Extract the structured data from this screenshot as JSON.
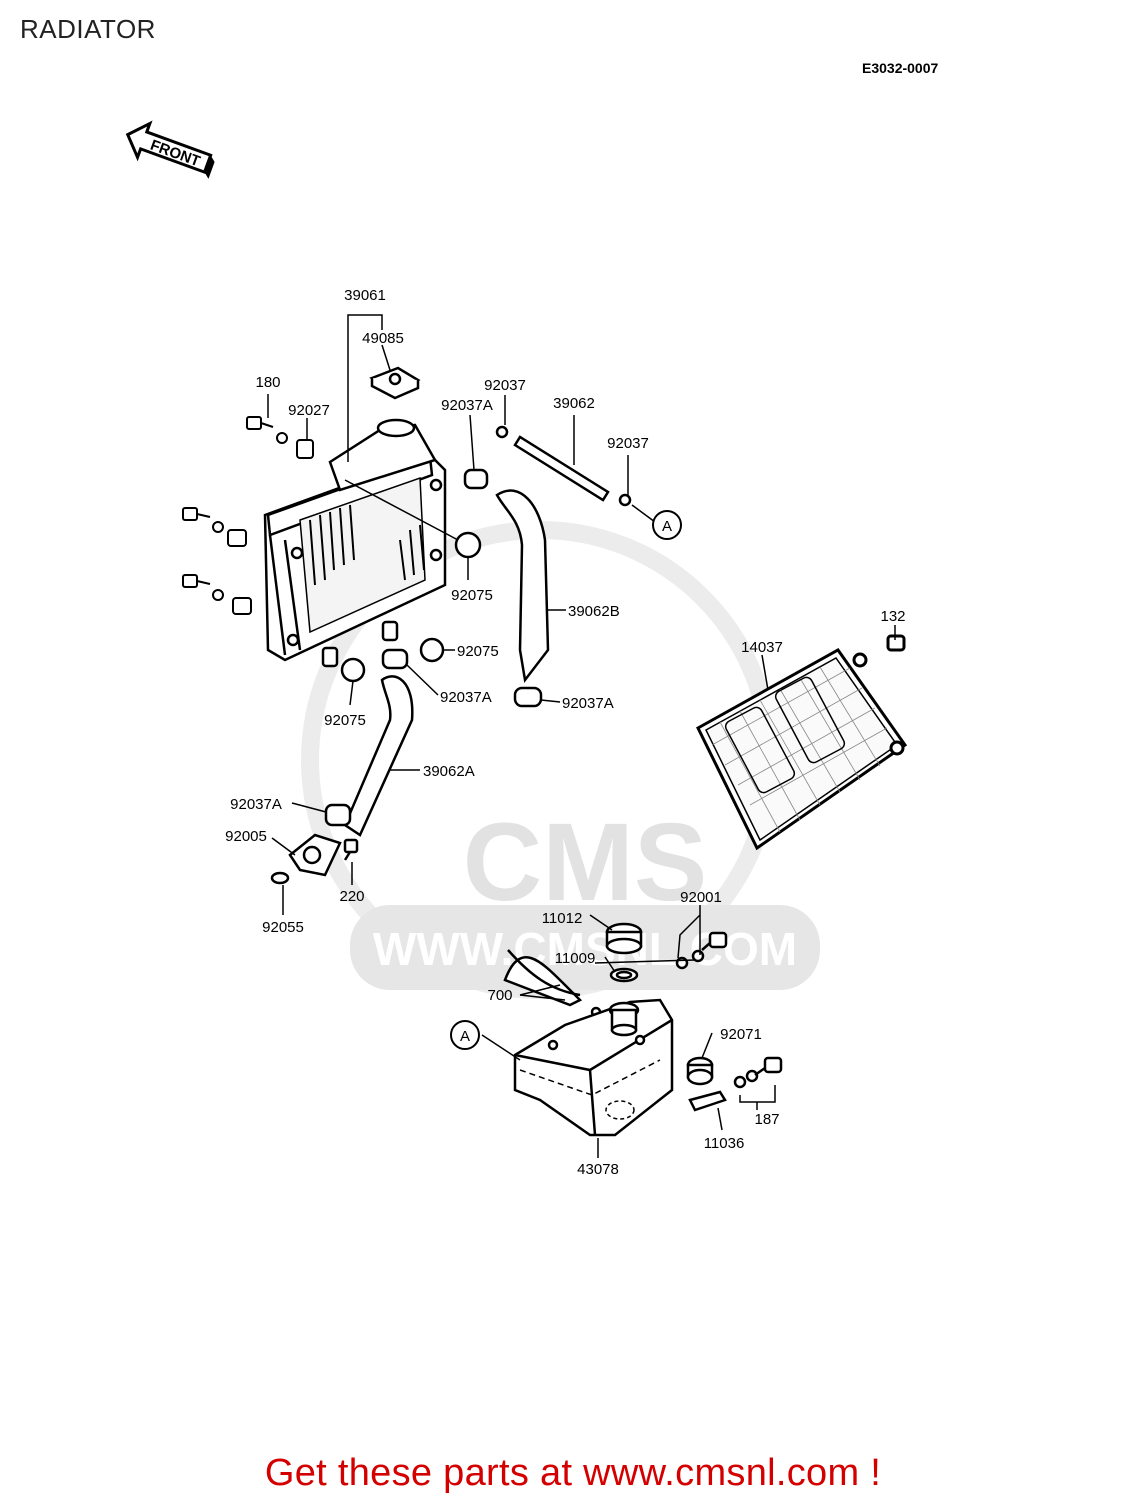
{
  "page": {
    "title": "RADIATOR",
    "diagram_code": "E3032-0007",
    "front_marker": "FRONT",
    "footer_cta": "Get these parts at www.cmsnl.com !"
  },
  "watermark": {
    "brand": "CMS",
    "url": "WWW.CMSNL.COM"
  },
  "parts": {
    "p39061": "39061",
    "p49085": "49085",
    "p180": "180",
    "p92027": "92027",
    "p92037_top": "92037",
    "p92037A_top": "92037A",
    "p39062": "39062",
    "p92037_right": "92037",
    "ref_A_top": "A",
    "p92075_a": "92075",
    "p39062B": "39062B",
    "p92075_b": "92075",
    "p92037A_mid": "92037A",
    "p92037A_right": "92037A",
    "p92075_c": "92075",
    "p39062A": "39062A",
    "p92037A_low": "92037A",
    "p92005": "92005",
    "p220": "220",
    "p92055": "92055",
    "p132": "132",
    "p14037": "14037",
    "p92001": "92001",
    "p11012": "11012",
    "p11009": "11009",
    "p700": "700",
    "ref_A_bottom": "A",
    "p92071": "92071",
    "p187": "187",
    "p11036": "11036",
    "p43078": "43078"
  },
  "colors": {
    "footer_text": "#d40000",
    "line_art": "#000000",
    "watermark": "#e2e2e2"
  }
}
